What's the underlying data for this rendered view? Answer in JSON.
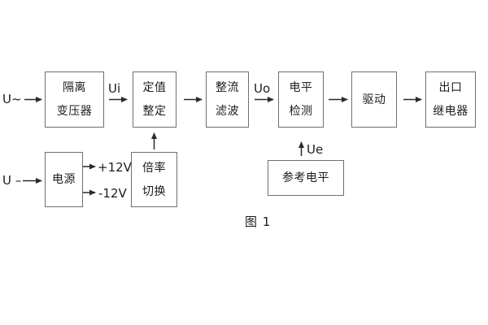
{
  "diagram": {
    "caption": "图 1",
    "blocks": {
      "isolation_transformer": {
        "line1": "隔离",
        "line2": "变压器"
      },
      "value_setting": {
        "line1": "定值",
        "line2": "整定"
      },
      "rectify_filter": {
        "line1": "整流",
        "line2": "滤波"
      },
      "level_detect": {
        "line1": "电平",
        "line2": "检测"
      },
      "drive": {
        "line1": "驱动"
      },
      "output_relay": {
        "line1": "出口",
        "line2": "继电器"
      },
      "power": {
        "line1": "电源"
      },
      "ratio_switch": {
        "line1": "倍率",
        "line2": "切换"
      },
      "reference_level": {
        "line1": "参考电平"
      }
    },
    "signals": {
      "ac_input": "U~",
      "ui": "Ui",
      "uo": "Uo",
      "dc_input": "U –",
      "plus_12v": "+12V",
      "minus_12v": "-12V",
      "ue": "Ue"
    },
    "colors": {
      "background": "#ffffff",
      "block_border": "#6f6f6f",
      "text": "#1c1c1e",
      "line": "#2b2b2b"
    }
  }
}
